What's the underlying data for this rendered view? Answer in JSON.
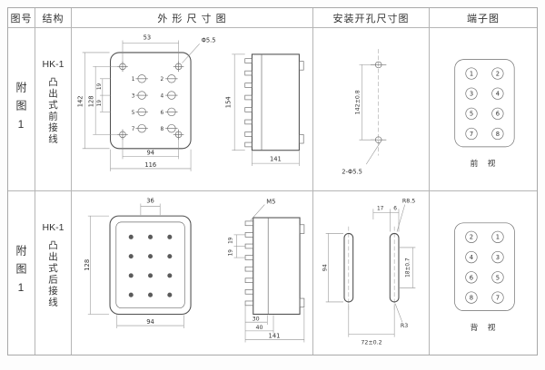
{
  "header": {
    "fig": "图号",
    "struct": "结构",
    "outline": "外 形 尺 寸 图",
    "install": "安装开孔尺寸图",
    "terminal": "端子图"
  },
  "rows": [
    {
      "fig_label": "附图1",
      "model": "HK-1",
      "desc": "凸出式前接线",
      "outline": {
        "d53": "53",
        "hole": "Φ5.5",
        "d142": "142",
        "d128": "128",
        "p19a": "19",
        "p19b": "19",
        "d94": "94",
        "d116": "116",
        "d154": "154",
        "d141": "141",
        "terminals": [
          "1",
          "2",
          "3",
          "4",
          "5",
          "6",
          "7",
          "8"
        ]
      },
      "install": {
        "height": "142±0.8",
        "holes": "2-Φ5.5"
      },
      "terminal": {
        "left": [
          "1",
          "3",
          "5",
          "7"
        ],
        "right": [
          "2",
          "4",
          "6",
          "8"
        ],
        "caption": "前 视"
      }
    },
    {
      "fig_label": "附图1",
      "model": "HK-1",
      "desc": "凸出式后接线",
      "outline": {
        "d36": "36",
        "screw": "M5",
        "d128": "128",
        "p19a": "19",
        "p19b": "19",
        "d94": "94",
        "d30": "30",
        "d40": "40",
        "d141": "141"
      },
      "install": {
        "d17": "17",
        "d6": "6",
        "d94": "94",
        "slot": "18±0.7",
        "r_outer": "R8.5",
        "r_inner": "R3",
        "span": "72±0.2"
      },
      "terminal": {
        "left": [
          "2",
          "4",
          "6",
          "8"
        ],
        "right": [
          "1",
          "3",
          "5",
          "7"
        ],
        "caption": "背 视"
      }
    }
  ]
}
